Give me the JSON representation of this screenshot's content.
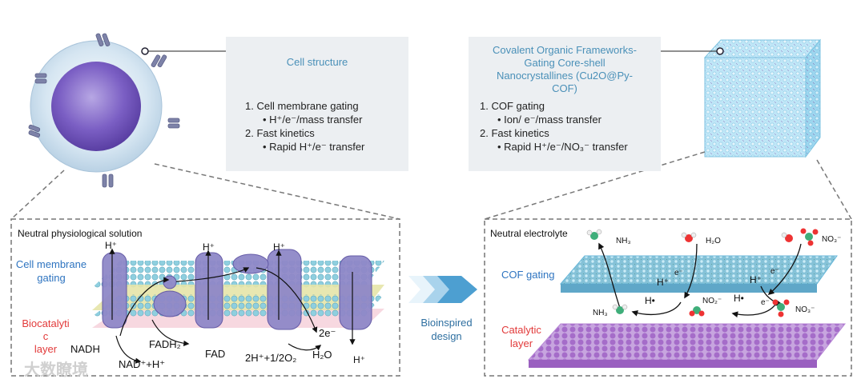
{
  "left_box": {
    "title": "Cell structure",
    "item1": "1. Cell membrane gating",
    "item1_sub": "• H⁺/e⁻/mass  transfer",
    "item2": "2. Fast kinetics",
    "item2_sub": "• Rapid H⁺/e⁻  transfer"
  },
  "right_box": {
    "title_line1": "Covalent Organic Frameworks-",
    "title_line2": "Gating Core-shell",
    "title_line3": "Nanocrystallines (Cu2O@Py-",
    "title_line4": "COF)",
    "item1": "1. COF gating",
    "item1_sub": "• Ion/ e⁻/mass transfer",
    "item2": "2. Fast kinetics",
    "item2_sub": "• Rapid H⁺/e⁻/NO₃⁻  transfer"
  },
  "left_panel": {
    "header": "Neutral physiological solution",
    "membrane_line1": "Cell membrane",
    "membrane_line2": "gating",
    "bio_line1": "Biocatalyti",
    "bio_line2": "c",
    "bio_line3": "layer",
    "h1": "H⁺",
    "h2": "H⁺",
    "h3": "H⁺",
    "h4": "H⁺",
    "nadh": "NADH",
    "nad": "NAD⁺+H⁺",
    "fadh2": "FADH₂",
    "fad": "FAD",
    "e2": "2e⁻",
    "rxn": "2H⁺+1/2O₂",
    "h2o": "H₂O"
  },
  "middle": {
    "line1": "Bioinspired",
    "line2": "design"
  },
  "right_panel": {
    "header": "Neutral electrolyte",
    "cof_gating": "COF gating",
    "cat_line1": "Catalytic",
    "cat_line2": "layer",
    "nh3_top": "NH₃",
    "h2o_top": "H₂O",
    "no3_top": "NO₃⁻",
    "h_plus1": "H⁺",
    "e_minus1": "e⁻",
    "h_plus2": "H⁺",
    "e_minus2": "e⁻",
    "h_dot1": "H•",
    "h_dot2": "H•",
    "no2": "NO₂⁻",
    "e_minus3": "e⁻",
    "nh3_bottom": "NH₃",
    "no3_bottom": "NO₃⁻"
  },
  "watermark": "大数瞭境",
  "colors": {
    "accent_blue": "#4a90b8",
    "label_blue": "#2e74c0",
    "label_red": "#e23a3a",
    "membrane_protein": "#8f88c8",
    "cof_cube": "#a8dcf0"
  }
}
